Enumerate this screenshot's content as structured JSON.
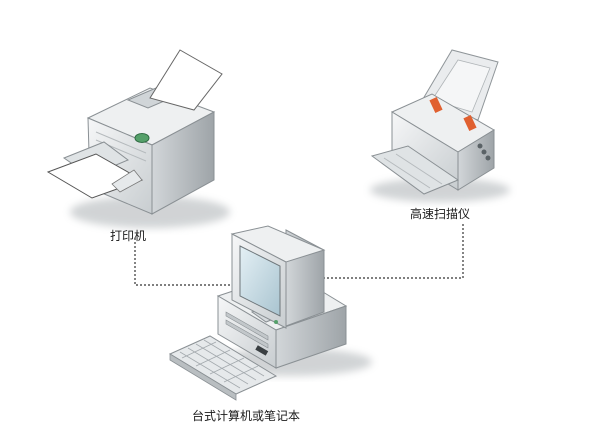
{
  "diagram": {
    "nodes": [
      {
        "id": "printer",
        "label": "打印机",
        "icon": "printer-icon"
      },
      {
        "id": "scanner",
        "label": "高速扫描仪",
        "icon": "scanner-icon"
      },
      {
        "id": "computer",
        "label": "台式计算机或笔记本",
        "icon": "desktop-computer-icon"
      }
    ],
    "edges": [
      {
        "from": "computer",
        "to": "printer",
        "style": "dotted"
      },
      {
        "from": "computer",
        "to": "scanner",
        "style": "dotted"
      }
    ],
    "colors": {
      "line": "#333333",
      "device_body": "#e8ebec",
      "device_shadow": "#9aa0a4",
      "screen": "#c9dde6",
      "indicator": "#55a06a",
      "accent": "#e06030"
    }
  }
}
